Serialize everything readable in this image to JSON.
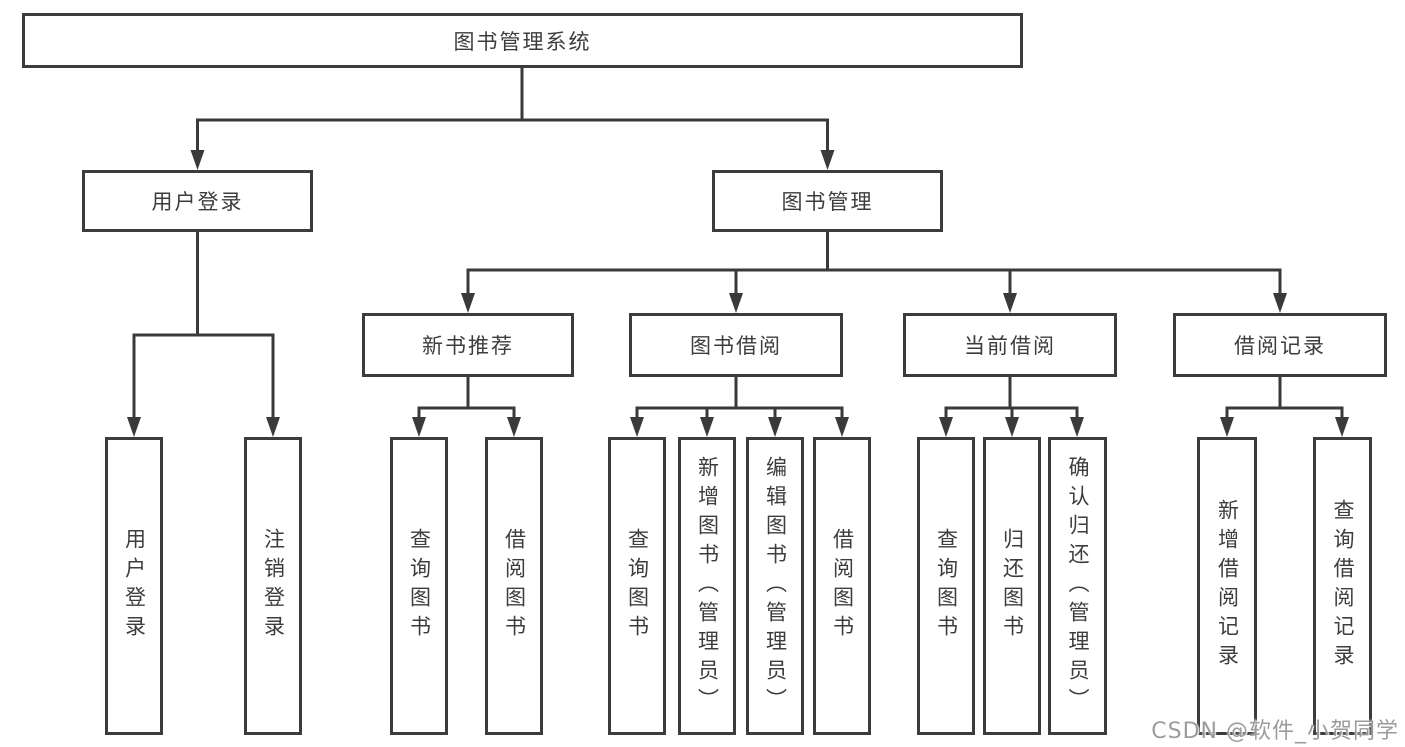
{
  "diagram": {
    "type": "hierarchy-tree",
    "tree": {
      "root": "图书管理系统",
      "children": [
        {
          "label": "用户登录",
          "children": [
            "用户登录",
            "注销登录"
          ]
        },
        {
          "label": "图书管理",
          "children": [
            {
              "label": "新书推荐",
              "children": [
                "查询图书",
                "借阅图书"
              ]
            },
            {
              "label": "图书借阅",
              "children": [
                "查询图书",
                "新增图书（管理员）",
                "编辑图书（管理员）",
                "借阅图书"
              ]
            },
            {
              "label": "当前借阅",
              "children": [
                "查询图书",
                "归还图书",
                "确认归还（管理员）"
              ]
            },
            {
              "label": "借阅记录",
              "children": [
                "新增借阅记录",
                "查询借阅记录"
              ]
            }
          ]
        }
      ]
    }
  },
  "watermark": {
    "text": "CSDN @软件_小贺同学",
    "color": "#949494"
  },
  "colors": {
    "box_border": "#3c3c3c",
    "connector": "#3a3a3a",
    "text": "#3d3d3d",
    "background": "#ffffff"
  }
}
